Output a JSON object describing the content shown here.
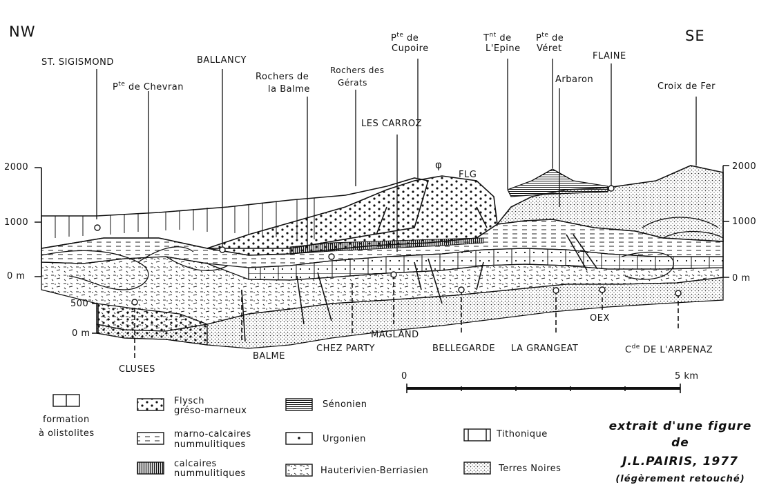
{
  "orientation": {
    "left": "NW",
    "right": "SE"
  },
  "summits": {
    "st_sigismond": "ST. SIGISMOND",
    "chevran_pre": "P",
    "chevran_sup": "te",
    "chevran_post": " de Chevran",
    "ballancy": "BALLANCY",
    "balme_rochers_1": "Rochers de",
    "balme_rochers_2": "la Balme",
    "gerats_1": "Rochers des",
    "gerats_2": "Gérats",
    "cupoire_pre": "P",
    "cupoire_sup": "te",
    "cupoire_post": " de",
    "cupoire_2": "Cupoire",
    "les_carroz": "LES CARROZ",
    "epine_pre": "T",
    "epine_sup": "nt",
    "epine_post": " de",
    "epine_2": "L'Epine",
    "veret_pre": "P",
    "veret_sup": "te",
    "veret_post": " de",
    "veret_2": "Véret",
    "arbaron": "Arbaron",
    "flaine": "FLAINE",
    "croix_de_fer": "Croix de Fer",
    "flg": "FLG",
    "phi": "φ"
  },
  "valley": {
    "cluses": "CLUSES",
    "balme": "BALME",
    "chez_party": "CHEZ PARTY",
    "magland": "MAGLAND",
    "bellegarde": "BELLEGARDE",
    "la_grangeat": "LA GRANGEAT",
    "oex": "OEX",
    "arpenaz_pre": "C",
    "arpenaz_sup": "de",
    "arpenaz_post": " DE L'ARPENAZ"
  },
  "altitude": {
    "left_2000": "2000",
    "left_1000": "1000",
    "left_0": "0 m",
    "inner_500": "500",
    "inner_0": "0 m",
    "right_2000": "2000",
    "right_1000": "1000",
    "right_0": "0 m"
  },
  "scale": {
    "start": "0",
    "end": "5 km"
  },
  "legend": {
    "olistolites_1": "formation",
    "olistolites_2": "à olistolites",
    "flysch_1": "Flysch",
    "flysch_2": "gréso-marneux",
    "marno_1": "marno-calcaires",
    "marno_2": "nummulitiques",
    "calc_1": "calcaires",
    "calc_2": "nummulitiques",
    "senonien": "Sénonien",
    "urgonien": "Urgonien",
    "hauterivien": "Hauterivien-Berriasien",
    "tithonique": "Tithonique",
    "terres_noires": "Terres Noires"
  },
  "credit": {
    "line1": "extrait d'une figure de",
    "line2": "J.L.PAIRIS, 1977",
    "line3": "(légèrement retouché)"
  }
}
